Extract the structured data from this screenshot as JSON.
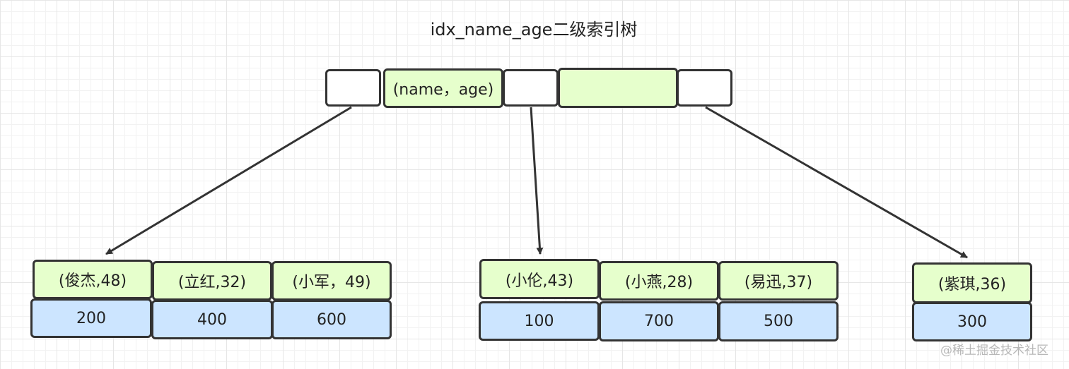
{
  "title": "idx_name_age二级索引树",
  "root": {
    "key_label": "(name，age)"
  },
  "leaves": [
    {
      "key": "(俊杰,48)",
      "value": "200"
    },
    {
      "key": "(立红,32)",
      "value": "400"
    },
    {
      "key": "(小军，49)",
      "value": "600"
    },
    {
      "key": "(小伦,43)",
      "value": "100"
    },
    {
      "key": "(小燕,28)",
      "value": "700"
    },
    {
      "key": "(易迅,37)",
      "value": "500"
    },
    {
      "key": "(紫琪,36)",
      "value": "300"
    }
  ],
  "colors": {
    "key_fill": "#e6ffcc",
    "value_fill": "#cce5ff",
    "pointer_fill": "#ffffff",
    "stroke": "#333333"
  },
  "watermark": "@稀土掘金技术社区"
}
